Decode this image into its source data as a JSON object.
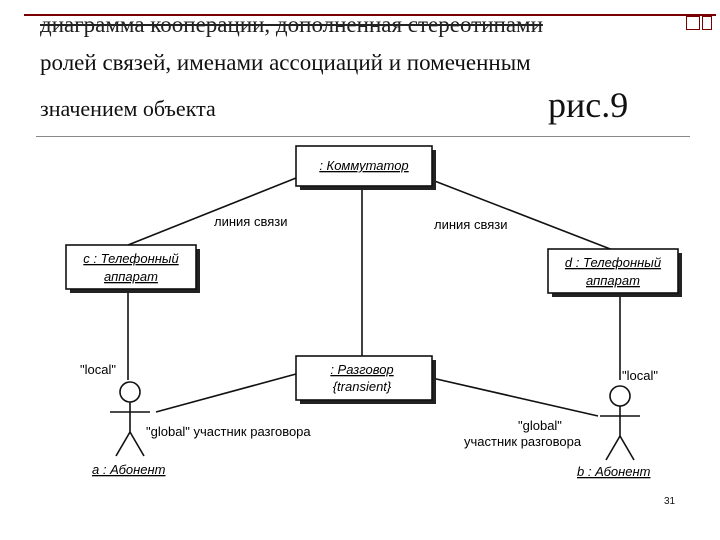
{
  "slide": {
    "title_line1": "диаграмма кооперации, дополненная стереотипами",
    "title_line2": "ролей связей, именами ассоциаций и помеченным",
    "title_line3": "значением объекта",
    "figure_label": "рис.9",
    "page_number": "31"
  },
  "diagram": {
    "objects": {
      "kommutator": ": Коммутатор",
      "phone_c_line1": "c : Телефонный",
      "phone_c_line2": "аппарат",
      "phone_d_line1": "d : Телефонный",
      "phone_d_line2": "аппарат",
      "conversation_line1": ": Разговор",
      "conversation_line2": "{transient}"
    },
    "links": {
      "line_left": "линия связи",
      "line_right": "линия связи",
      "local_left": "\"local\"",
      "local_right": "\"local\"",
      "global_left": "\"global\" участник разговора",
      "global_right_line1": "\"global\"",
      "global_right_line2": "участник разговора"
    },
    "actors": {
      "actor_a": "a : Абонент",
      "actor_b": "b : Абонент"
    }
  }
}
